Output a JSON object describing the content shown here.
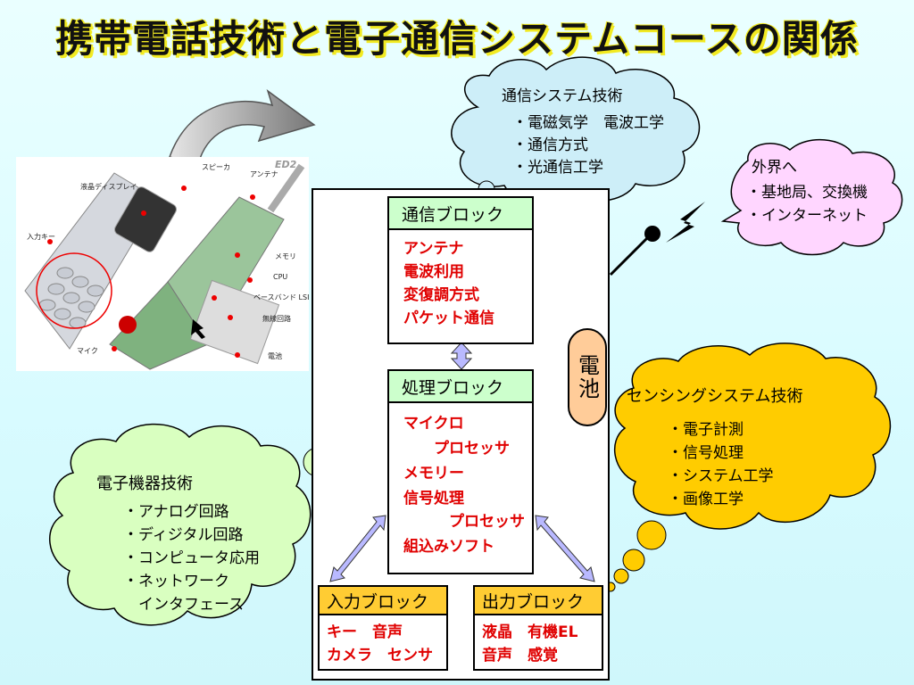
{
  "title": "携帯電話技術と電子通信システムコースの関係",
  "clouds": {
    "comm": {
      "heading": "通信システム技術",
      "items": [
        "・電磁気学　電波工学",
        "・通信方式",
        "・光通信工学"
      ]
    },
    "outside": {
      "heading": "外界へ",
      "items": [
        "・基地局、交換機",
        "・インターネット"
      ]
    },
    "sensing": {
      "heading": "センシングシステム技術",
      "items": [
        "・電子計測",
        "・信号処理",
        "・システム工学",
        "・画像工学"
      ]
    },
    "electronic": {
      "heading": "電子機器技術",
      "items": [
        "・アナログ回路",
        "・ディジタル回路",
        "・コンピュータ応用",
        "・ネットワーク",
        "　インタフェース"
      ]
    }
  },
  "blocks": {
    "comm": {
      "title": "通信ブロック",
      "lines": [
        "アンテナ",
        "電波利用",
        "変復調方式",
        "パケット通信"
      ]
    },
    "proc": {
      "title": "処理ブロック",
      "lines": [
        "マイクロ",
        "　　プロセッサ",
        "メモリー",
        "信号処理",
        "　　　プロセッサ",
        "組込みソフト"
      ]
    },
    "input": {
      "title": "入力ブロック",
      "lines": [
        "キー　音声",
        "カメラ　センサ"
      ]
    },
    "output": {
      "title": "出力ブロック",
      "lines": [
        "液晶　有機EL",
        "音声　感覚"
      ]
    }
  },
  "battery": "電池",
  "phone_labels": {
    "logo": "ED2",
    "speaker": "スピーカ",
    "antenna": "アンテナ",
    "display": "液晶ディスプレイ",
    "input_key": "入力キー",
    "memory": "メモリ",
    "cpu": "CPU",
    "baseband": "ベースバンド LSI",
    "radio": "無線回路",
    "mic": "マイク",
    "battery": "電池"
  },
  "colors": {
    "cloud_green": "#d9ffc0",
    "cloud_blue": "#cdeef8",
    "cloud_pink": "#ffd6ff",
    "cloud_yellow": "#ffcc00",
    "block_header_green": "#ccffcc",
    "block_header_orange": "#ffcc33",
    "arrow": "#b9b9ff",
    "battery": "#ffcc99"
  }
}
